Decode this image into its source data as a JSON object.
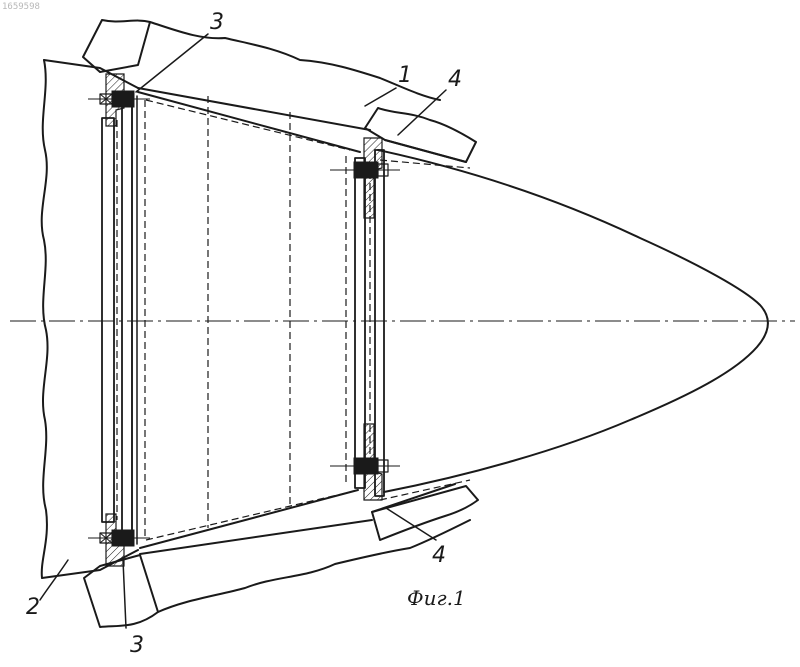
{
  "corner_code": "1659598",
  "caption": "Фиг.1",
  "callouts": {
    "c1": "1",
    "c2": "2",
    "c3_top": "3",
    "c3_bottom": "3",
    "c4_top": "4",
    "c4_bottom": "4"
  }
}
